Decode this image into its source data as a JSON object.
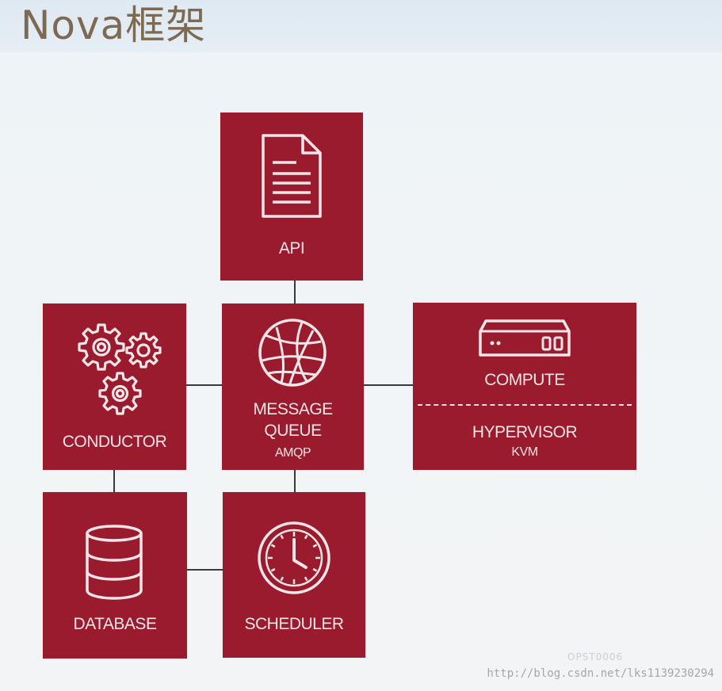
{
  "title": "Nova框架",
  "boxes": {
    "api": {
      "label": "API"
    },
    "message_queue": {
      "line1": "MESSAGE",
      "line2": "QUEUE",
      "line3": "AMQP"
    },
    "compute": {
      "label": "COMPUTE",
      "hypervisor": "HYPERVISOR",
      "hypervisor_type": "KVM"
    },
    "conductor": {
      "label": "CONDUCTOR"
    },
    "database": {
      "label": "DATABASE"
    },
    "scheduler": {
      "label": "SCHEDULER"
    }
  },
  "slide_code": "OPST0006",
  "watermark": "http://blog.csdn.net/lks1139230294",
  "colors": {
    "box": "#9a1b2e",
    "icon": "#f4e6e8",
    "title": "#7e6a52"
  },
  "icons": [
    "document-icon",
    "globe-icon",
    "server-icon",
    "gears-icon",
    "database-icon",
    "clock-icon"
  ]
}
